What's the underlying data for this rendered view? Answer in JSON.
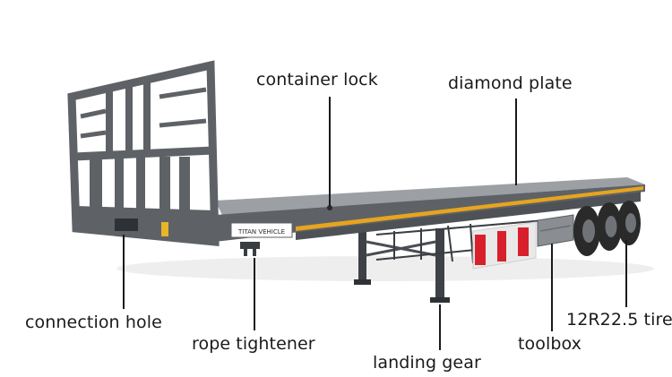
{
  "labels": {
    "container_lock": "container lock",
    "diamond_plate": "diamond plate",
    "connection_hole": "connection hole",
    "rope_tightener": "rope tightener",
    "landing_gear": "landing gear",
    "toolbox": "toolbox",
    "tire": "12R22.5 tire"
  },
  "brand_plate": "TITAN VEHICLE",
  "colors": {
    "body": "#5e6266",
    "deck": "#9ca0a4",
    "stripe": "#e6a421",
    "reflector_red": "#d8202c",
    "tire": "#2a2a2a",
    "leader": "#1a1a1a"
  }
}
